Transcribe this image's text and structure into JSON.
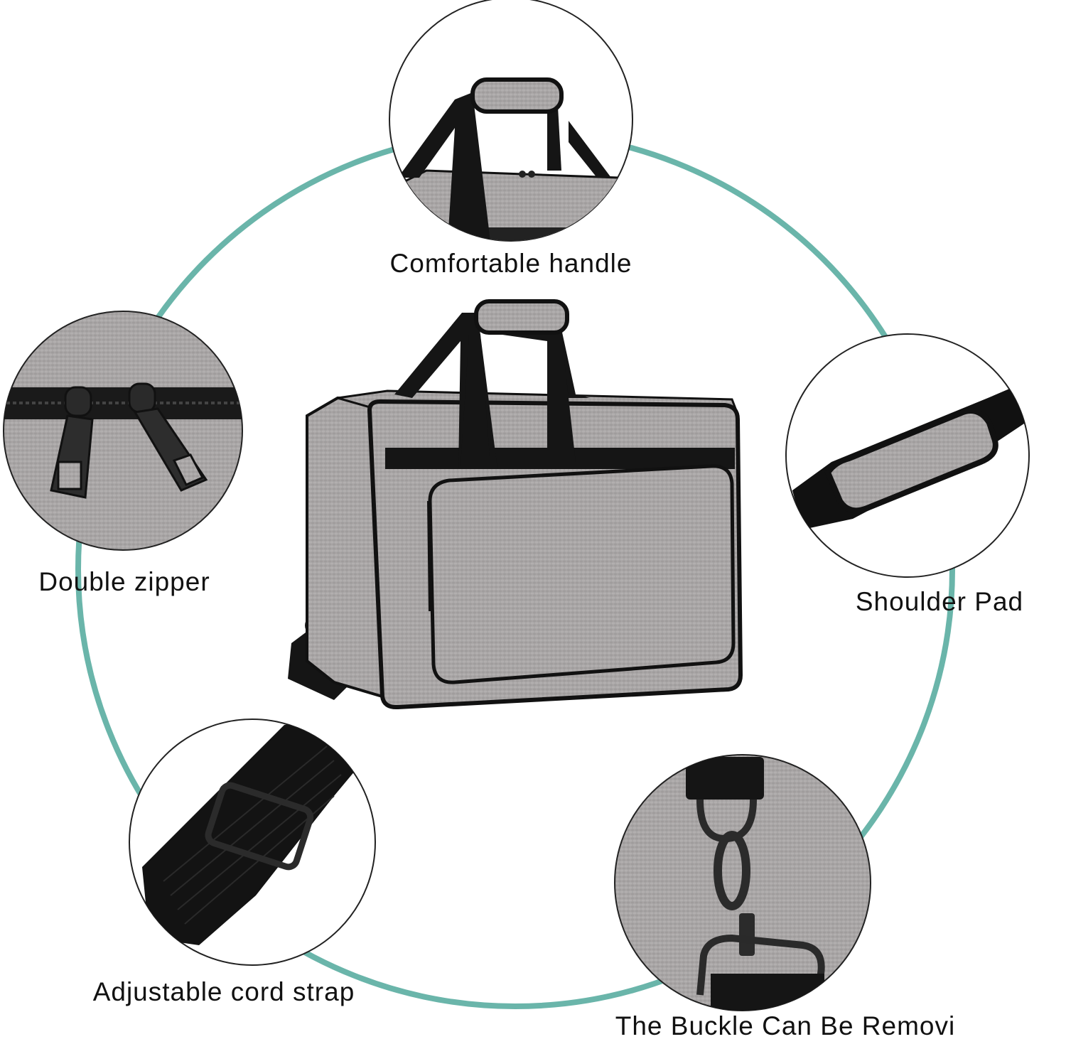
{
  "colors": {
    "ring": "#6ab5aa",
    "fabric": "#a7a4a4",
    "fabric_dark": "#8d8a8a",
    "trim": "#111111",
    "label": "#111111"
  },
  "features": [
    {
      "id": "handle",
      "label": "Comfortable handle",
      "icon": "handle-closeup"
    },
    {
      "id": "zipper",
      "label": "Double zipper",
      "icon": "zipper-closeup"
    },
    {
      "id": "pad",
      "label": "Shoulder Pad",
      "icon": "shoulder-pad-closeup"
    },
    {
      "id": "strap",
      "label": "Adjustable cord strap",
      "icon": "strap-buckle-closeup"
    },
    {
      "id": "buckle",
      "label": "The Buckle Can Be Removi",
      "icon": "swivel-clip-closeup"
    }
  ]
}
